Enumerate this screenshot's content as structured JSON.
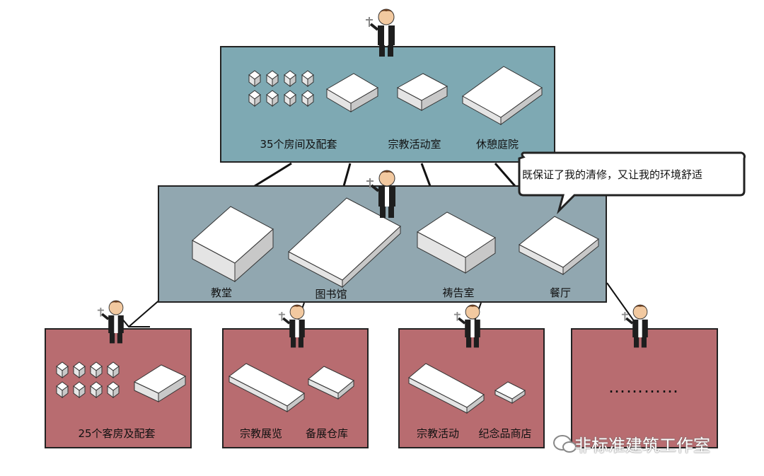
{
  "top": {
    "labels": [
      "35个房间及配套",
      "宗教活动室",
      "休憩庭院"
    ]
  },
  "mid": {
    "labels": [
      "教堂",
      "图书馆",
      "祷告室",
      "餐厅"
    ]
  },
  "bottom": [
    {
      "labels": [
        "25个客房及配套"
      ]
    },
    {
      "labels": [
        "宗教展览",
        "备展仓库"
      ]
    },
    {
      "labels": [
        "宗教活动",
        "纪念品商店"
      ]
    },
    {
      "labels": [
        "…………"
      ]
    }
  ],
  "speech": "既保证了我的清修，又让我的环境舒适",
  "watermark": "非标准建筑工作室",
  "icons": {
    "figure": "priest-figure-icon",
    "watermark": "wechat-icon"
  },
  "colors": {
    "top": "#7ea9b3",
    "mid": "#91a7b0",
    "bottom": "#b86c70"
  }
}
